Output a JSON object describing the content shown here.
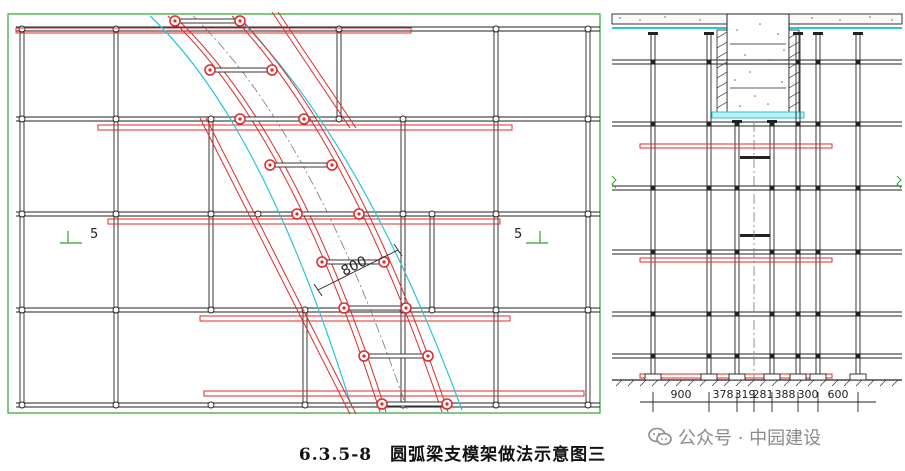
{
  "caption": "6.3.5-8　圆弧梁支模架做法示意图三",
  "watermark": "公众号 · 中园建设",
  "plan": {
    "section_mark_left": "5",
    "section_mark_right": "5",
    "dimension_label": "800"
  },
  "section": {
    "dimensions": [
      "900",
      "378",
      "319",
      "281",
      "388",
      "300",
      "600"
    ]
  },
  "colors": {
    "frame": "#2fa32f",
    "tube_red": "#e0282a",
    "arc_cyan": "#27c6d6",
    "line": "#222222",
    "watermark": "#8a8a8a"
  }
}
